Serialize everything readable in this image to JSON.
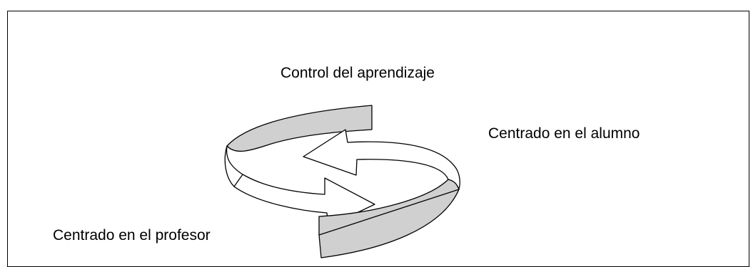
{
  "diagram": {
    "labels": {
      "control": "Control del aprendizaje",
      "student_centered": "Centrado en el alumno",
      "teacher_centered": "Centrado en el profesor"
    },
    "colors": {
      "band_fill": "#d0d0d0",
      "stroke": "#000000",
      "background": "#ffffff"
    }
  }
}
